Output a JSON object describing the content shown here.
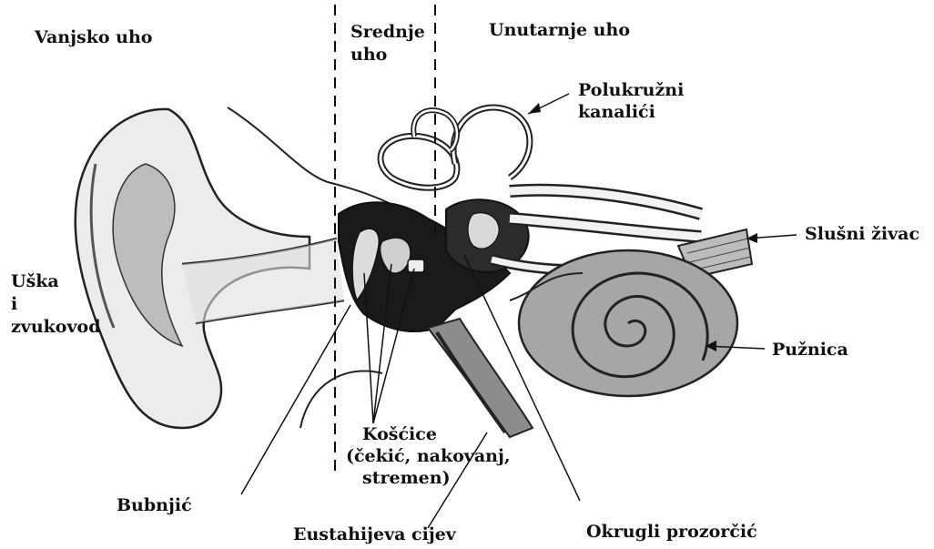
{
  "labels": {
    "outer_ear": "Vanjsko uho",
    "middle_ear_line1": "Srednje",
    "middle_ear_line2": "uho",
    "inner_ear": "Unutarnje uho",
    "canals_line1": "Polukružni",
    "canals_line2": "kanalići",
    "nerve": "Slušni živac",
    "auricle_line1": "Uška",
    "auricle_line2": "i",
    "auricle_line3": "zvukovod",
    "cochlea": "Pužnica",
    "ossicles_line1": "Košćice",
    "ossicles_line2": "(čekić, nakovanj,",
    "ossicles_line3": "stremen)",
    "eardrum": "Bubnjić",
    "eustachian": "Eustahijeva cijev",
    "round_window": "Okrugli prozorčić"
  },
  "colors": {
    "ink": "#111111",
    "shade_dark": "#1a1a1a",
    "shade_mid": "#9a9a9a",
    "shade_light": "#d6d6d6",
    "background": "#ffffff"
  }
}
